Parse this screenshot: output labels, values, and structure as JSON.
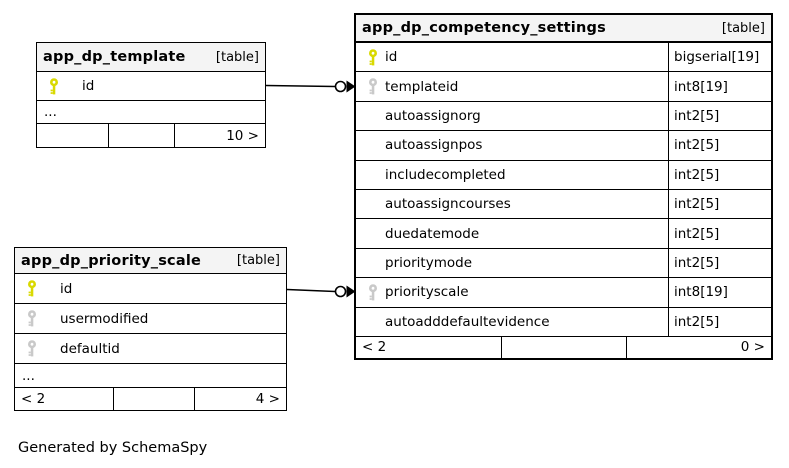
{
  "diagram": {
    "generated_by": "Generated by SchemaSpy",
    "colors": {
      "header_bg": "#f4f4f4",
      "border": "#000000",
      "pk_key": "#d9d900",
      "fk_key": "#c9c9c9"
    },
    "tables": [
      {
        "id": "template",
        "title": "app_dp_template",
        "tag": "[table]",
        "rows": [
          {
            "name": "id",
            "type": "",
            "key": "pk"
          },
          {
            "name": "...",
            "type": "",
            "key": ""
          }
        ],
        "footer": [
          "",
          "",
          "10 >"
        ]
      },
      {
        "id": "competency",
        "title": "app_dp_competency_settings",
        "tag": "[table]",
        "rows": [
          {
            "name": "id",
            "type": "bigserial[19]",
            "key": "pk"
          },
          {
            "name": "templateid",
            "type": "int8[19]",
            "key": "fk"
          },
          {
            "name": "autoassignorg",
            "type": "int2[5]",
            "key": ""
          },
          {
            "name": "autoassignpos",
            "type": "int2[5]",
            "key": ""
          },
          {
            "name": "includecompleted",
            "type": "int2[5]",
            "key": ""
          },
          {
            "name": "autoassigncourses",
            "type": "int2[5]",
            "key": ""
          },
          {
            "name": "duedatemode",
            "type": "int2[5]",
            "key": ""
          },
          {
            "name": "prioritymode",
            "type": "int2[5]",
            "key": ""
          },
          {
            "name": "priorityscale",
            "type": "int8[19]",
            "key": "fk"
          },
          {
            "name": "autoadddefaultevidence",
            "type": "int2[5]",
            "key": ""
          }
        ],
        "footer": [
          "< 2",
          "",
          "0 >"
        ]
      },
      {
        "id": "priority",
        "title": "app_dp_priority_scale",
        "tag": "[table]",
        "rows": [
          {
            "name": "id",
            "type": "",
            "key": "pk"
          },
          {
            "name": "usermodified",
            "type": "",
            "key": "fk"
          },
          {
            "name": "defaultid",
            "type": "",
            "key": "fk"
          },
          {
            "name": "...",
            "type": "",
            "key": ""
          }
        ],
        "footer": [
          "< 2",
          "",
          "4 >"
        ]
      }
    ],
    "relationships": [
      {
        "from": "app_dp_template.id",
        "to": "app_dp_competency_settings.templateid"
      },
      {
        "from": "app_dp_priority_scale.id",
        "to": "app_dp_competency_settings.priorityscale"
      }
    ]
  }
}
